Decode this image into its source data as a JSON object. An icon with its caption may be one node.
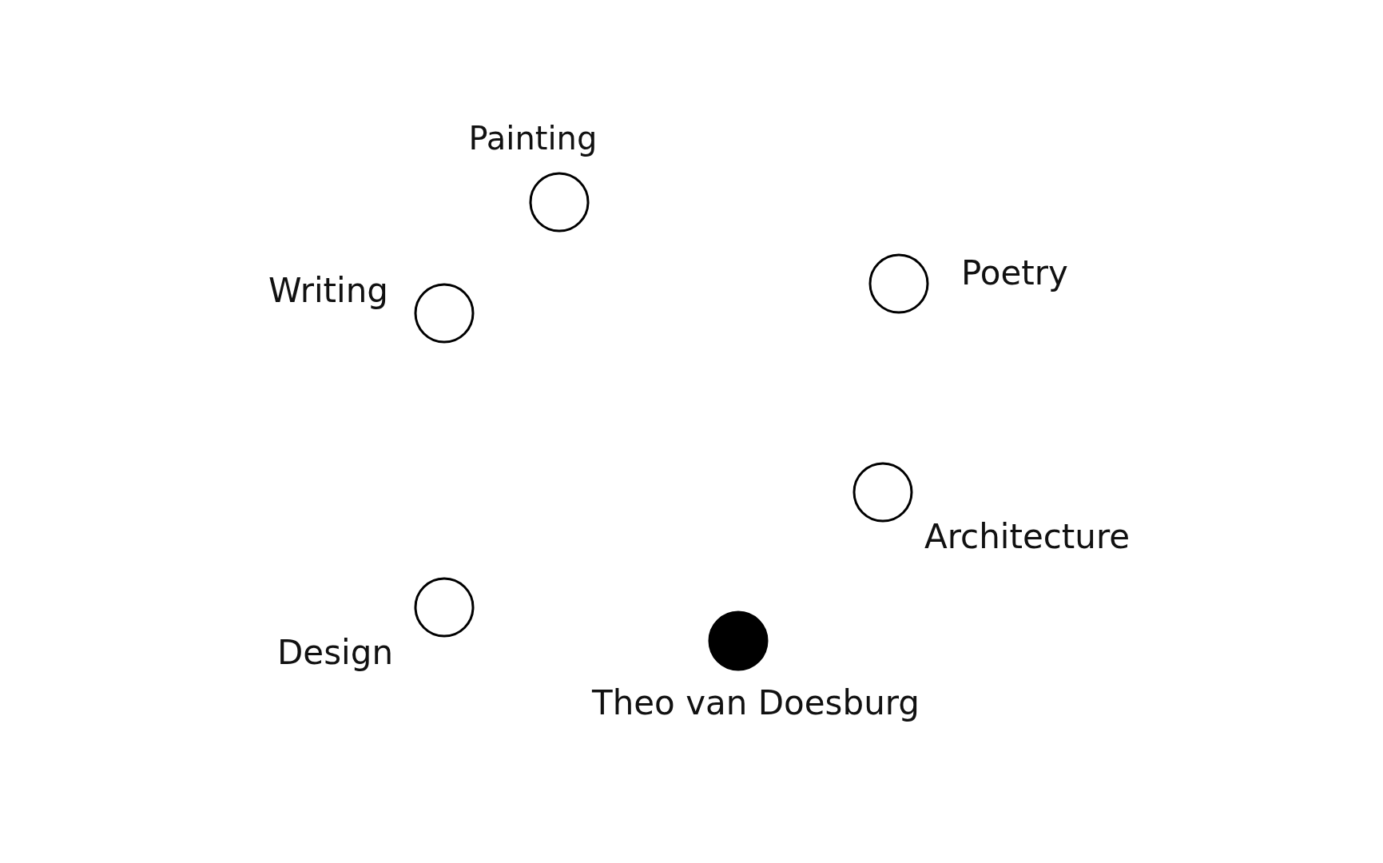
{
  "diagram": {
    "nodes": [
      {
        "text": [],
        "shape": "circle",
        "beside": [
          "Painting"
        ]
      },
      {
        "text": [],
        "shape": "circle",
        "beside": [
          "Writing"
        ]
      },
      {
        "text": [],
        "shape": "circle",
        "beside": [
          "Poetry"
        ]
      },
      {
        "text": [],
        "shape": "circle",
        "beside": [
          "Architecture"
        ]
      },
      {
        "text": [],
        "shape": "circle",
        "beside": [
          "Design"
        ]
      },
      {
        "text": [],
        "shape": "dot",
        "beside": [
          "Theo van Doesburg"
        ]
      }
    ]
  }
}
